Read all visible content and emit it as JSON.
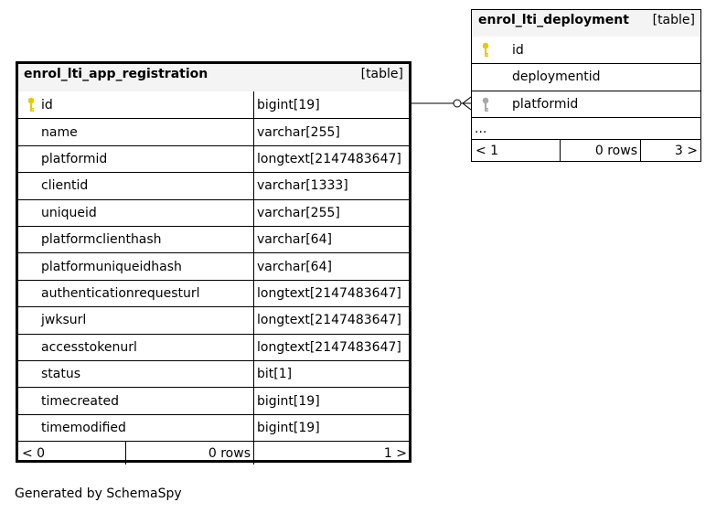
{
  "main_table": {
    "name": "enrol_lti_app_registration",
    "kind": "[table]",
    "columns": [
      {
        "name": "id",
        "type": "bigint[19]",
        "pk": true
      },
      {
        "name": "name",
        "type": "varchar[255]"
      },
      {
        "name": "platformid",
        "type": "longtext[2147483647]"
      },
      {
        "name": "clientid",
        "type": "varchar[1333]"
      },
      {
        "name": "uniqueid",
        "type": "varchar[255]"
      },
      {
        "name": "platformclienthash",
        "type": "varchar[64]"
      },
      {
        "name": "platformuniqueidhash",
        "type": "varchar[64]"
      },
      {
        "name": "authenticationrequesturl",
        "type": "longtext[2147483647]"
      },
      {
        "name": "jwksurl",
        "type": "longtext[2147483647]"
      },
      {
        "name": "accesstokenurl",
        "type": "longtext[2147483647]"
      },
      {
        "name": "status",
        "type": "bit[1]"
      },
      {
        "name": "timecreated",
        "type": "bigint[19]"
      },
      {
        "name": "timemodified",
        "type": "bigint[19]"
      }
    ],
    "footer": {
      "left": "< 0",
      "middle": "0 rows",
      "right": "1 >"
    }
  },
  "deployment_table": {
    "name": "enrol_lti_deployment",
    "kind": "[table]",
    "columns": [
      {
        "name": "id",
        "pk": true
      },
      {
        "name": "deploymentid"
      },
      {
        "name": "platformid",
        "fk": true
      }
    ],
    "ellipsis": "...",
    "footer": {
      "left": "< 1",
      "middle": "0 rows",
      "right": "3 >"
    }
  },
  "colors": {
    "pk_key": "#e8c900",
    "fk_key": "#a8a8a8",
    "header_bg": "#f4f4f4"
  },
  "generated_by": "Generated by SchemaSpy"
}
